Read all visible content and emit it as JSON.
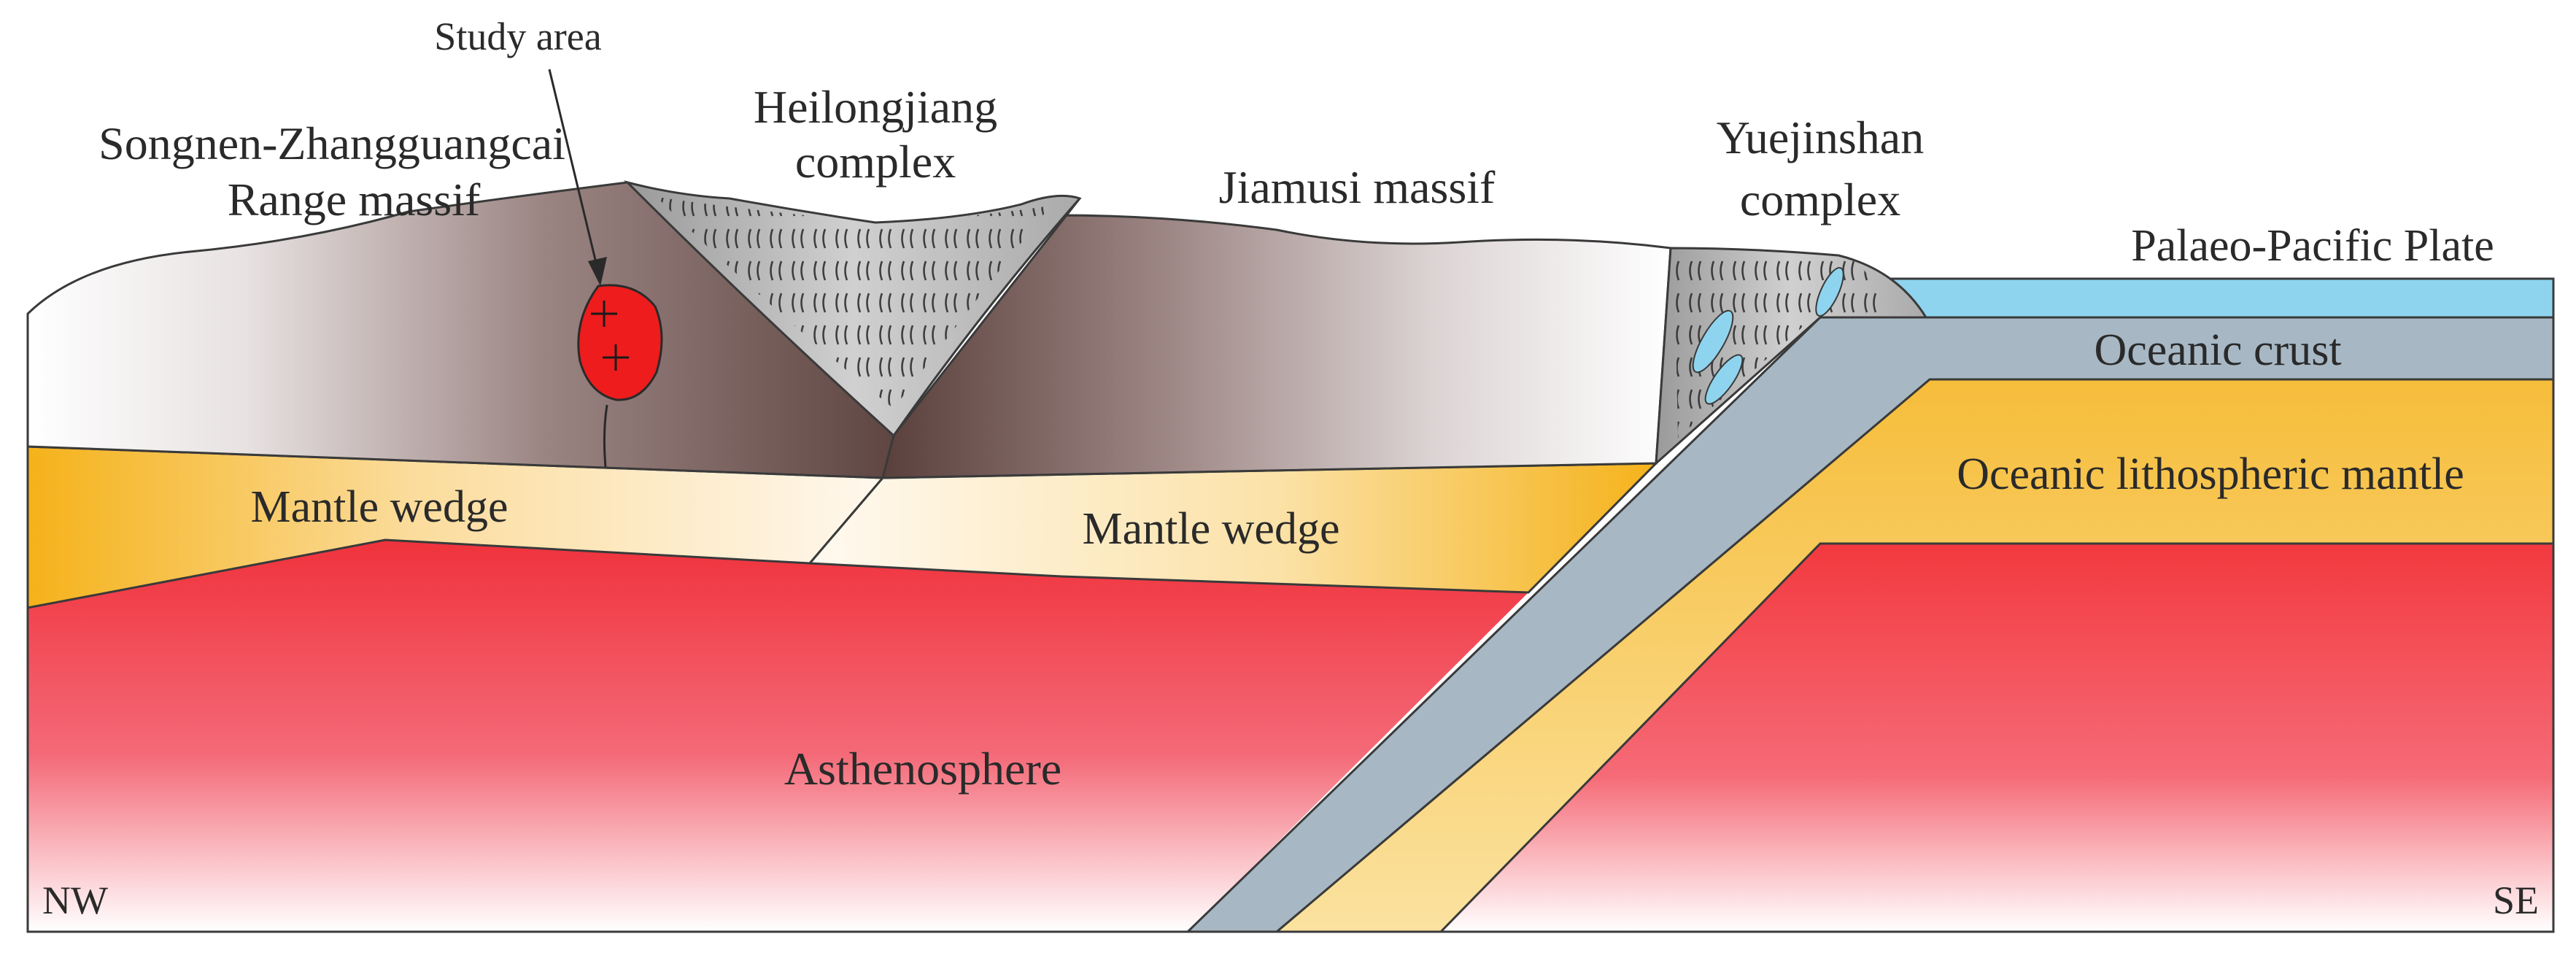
{
  "labels": {
    "study_area": "Study area",
    "songnen_line1": "Songnen-Zhangguangcai",
    "songnen_line2": "Range massif",
    "heilongjiang_line1": "Heilongjiang",
    "heilongjiang_line2": "complex",
    "jiamusi": "Jiamusi massif",
    "yuejinshan_line1": "Yuejinshan",
    "yuejinshan_line2": "complex",
    "palaeo_pacific": "Palaeo-Pacific Plate",
    "oceanic_crust": "Oceanic crust",
    "oceanic_litho_mantle": "Oceanic lithospheric mantle",
    "mantle_wedge_left": "Mantle wedge",
    "mantle_wedge_right": "Mantle wedge",
    "asthenosphere": "Asthenosphere",
    "nw": "NW",
    "se": "SE"
  },
  "colors": {
    "asthenosphere": "#f0323c",
    "mantle_wedge": "#f5b53a",
    "oceanic_crust": "#a9b9c5",
    "oceanic_mantle": "#f7c54e",
    "ocean_water": "#8fd4ef",
    "massif_dark": "#6e5450",
    "massif_light": "#f2eeee",
    "complex_gray": "#bdbdbd",
    "pluton": "#ee1c1c"
  }
}
